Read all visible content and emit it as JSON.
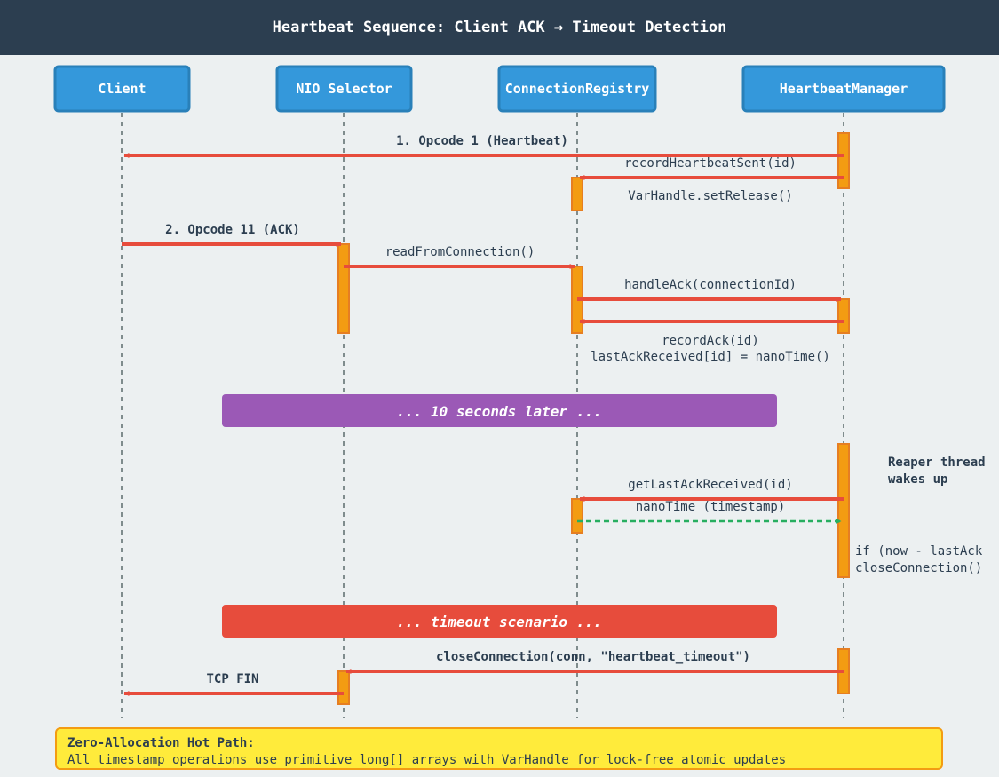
{
  "title": "Heartbeat Sequence: Client ACK → Timeout Detection",
  "participants": [
    "Client",
    "NIO Selector",
    "ConnectionRegistry",
    "HeartbeatManager"
  ],
  "messages": [
    {
      "label": "1. Opcode 1 (Heartbeat)",
      "from": "HeartbeatManager",
      "to": "Client"
    },
    {
      "label": "recordHeartbeatSent(id)",
      "from": "HeartbeatManager",
      "to": "ConnectionRegistry"
    },
    {
      "label": "VarHandle.setRelease()",
      "note_of": "ConnectionRegistry"
    },
    {
      "label": "2. Opcode 11 (ACK)",
      "from": "Client",
      "to": "NIO Selector"
    },
    {
      "label": "readFromConnection()",
      "from": "NIO Selector",
      "to": "ConnectionRegistry"
    },
    {
      "label": "handleAck(connectionId)",
      "from": "ConnectionRegistry",
      "to": "HeartbeatManager"
    },
    {
      "label": "recordAck(id)",
      "from": "HeartbeatManager",
      "to": "ConnectionRegistry"
    },
    {
      "label": "lastAckReceived[id] = nanoTime()",
      "note_of": "ConnectionRegistry"
    },
    {
      "label": "getLastAckReceived(id)",
      "from": "HeartbeatManager",
      "to": "ConnectionRegistry"
    },
    {
      "label": "nanoTime (timestamp)",
      "from": "ConnectionRegistry",
      "to": "HeartbeatManager",
      "kind": "return"
    },
    {
      "label": "closeConnection(conn, \"heartbeat_timeout\")",
      "from": "HeartbeatManager",
      "to": "NIO Selector"
    },
    {
      "label": "TCP FIN",
      "from": "NIO Selector",
      "to": "Client"
    }
  ],
  "dividers": [
    {
      "label": "... 10 seconds later ...",
      "color": "#9b59b6"
    },
    {
      "label": "... timeout scenario ...",
      "color": "#e74c3c"
    }
  ],
  "side_notes": {
    "reaper_line1": "Reaper thread",
    "reaper_line2": "wakes up",
    "check_line1": "if (now - lastAck",
    "check_line2": "closeConnection()"
  },
  "footer_note": {
    "title": "Zero-Allocation Hot Path:",
    "body": "All timestamp operations use primitive long[] arrays with VarHandle for lock-free atomic updates"
  },
  "colors": {
    "header_bg": "#2c3e50",
    "participant_box": "#3498db",
    "participant_border": "#2980b9",
    "activation": "#f39c12",
    "call_arrow": "#e74c3c",
    "return_arrow": "#27ae60",
    "note_bg": "#ffeb3b"
  }
}
